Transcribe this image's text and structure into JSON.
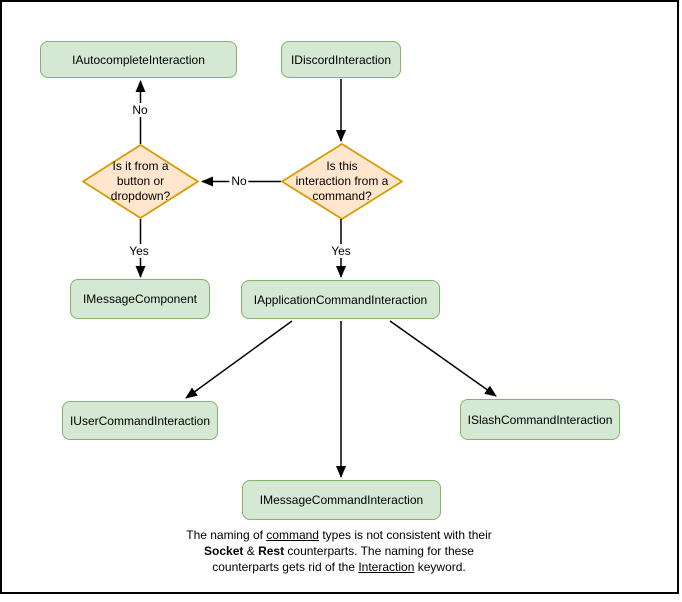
{
  "colors": {
    "background": "#ffffff",
    "frame_border": "#000000",
    "node_fill": "#d5e8d4",
    "node_border": "#82b366",
    "decision_fill": "#ffe6cc",
    "decision_border": "#d79b00",
    "arrow": "#000000",
    "text": "#000000"
  },
  "nodes": {
    "autocomplete": {
      "label": "IAutocompleteInteraction"
    },
    "discord": {
      "label": "IDiscordInteraction"
    },
    "message_component": {
      "label": "IMessageComponent"
    },
    "application_command": {
      "label": "IApplicationCommandInteraction"
    },
    "user_command": {
      "label": "IUserCommandInteraction"
    },
    "slash_command": {
      "label": "ISlashCommandInteraction"
    },
    "message_command": {
      "label": "IMessageCommandInteraction"
    }
  },
  "decisions": {
    "button_or_dropdown": {
      "label": "Is it from a\nbutton or\ndropdown?"
    },
    "from_command": {
      "label": "Is this\ninteraction from a\ncommand?"
    }
  },
  "edge_labels": {
    "no_to_autocomplete": "No",
    "no_to_button_or_dropdown": "No",
    "yes_to_message_component": "Yes",
    "yes_to_application_command": "Yes"
  },
  "note": {
    "lines": [
      [
        {
          "text": "The naming of "
        },
        {
          "text": "command",
          "underline": true
        },
        {
          "text": " types is not consistent with their"
        }
      ],
      [
        {
          "text": "Socket",
          "bold": true
        },
        {
          "text": " & "
        },
        {
          "text": "Rest",
          "bold": true
        },
        {
          "text": " counterparts. The naming for these"
        }
      ],
      [
        {
          "text": "counterparts gets rid of the "
        },
        {
          "text": "Interaction",
          "underline": true
        },
        {
          "text": " keyword."
        }
      ]
    ]
  }
}
